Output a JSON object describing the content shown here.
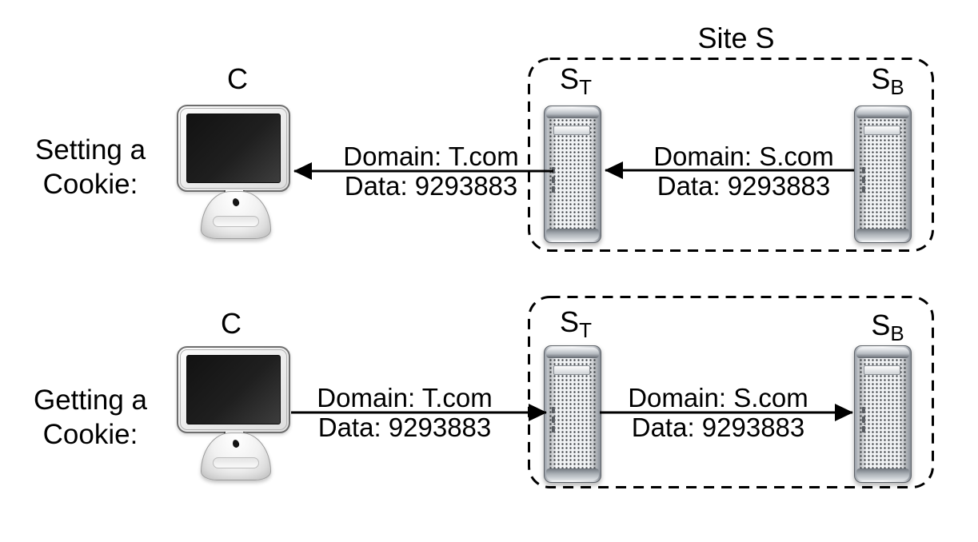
{
  "colors": {
    "text": "#000000",
    "line": "#000000",
    "box_border": "#000000",
    "server_metal": "#c9ced4",
    "screen_dark": "#1c1c1c"
  },
  "site_box": {
    "label": "Site S"
  },
  "rows": [
    {
      "id": "setting-a-cookie",
      "action": {
        "line1": "Setting a",
        "line2": "Cookie:"
      },
      "client": {
        "label": "C"
      },
      "server_t": {
        "base": "S",
        "sub": "T"
      },
      "server_b": {
        "base": "S",
        "sub": "B"
      },
      "msg_client_link": {
        "domain": "Domain: T.com",
        "data": "Data: 9293883",
        "direction": "left"
      },
      "msg_site_link": {
        "domain": "Domain: S.com",
        "data": "Data: 9293883",
        "direction": "left"
      }
    },
    {
      "id": "getting-a-cookie",
      "action": {
        "line1": "Getting a",
        "line2": "Cookie:"
      },
      "client": {
        "label": "C"
      },
      "server_t": {
        "base": "S",
        "sub": "T"
      },
      "server_b": {
        "base": "S",
        "sub": "B"
      },
      "msg_client_link": {
        "domain": "Domain: T.com",
        "data": "Data: 9293883",
        "direction": "right"
      },
      "msg_site_link": {
        "domain": "Domain: S.com",
        "data": "Data: 9293883",
        "direction": "right"
      }
    }
  ]
}
